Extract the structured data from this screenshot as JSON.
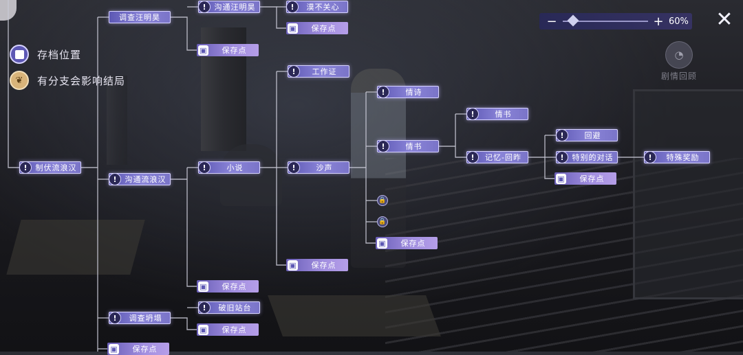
{
  "legend": {
    "save_label": "存档位置",
    "branch_label": "有分支会影响结局"
  },
  "zoom": {
    "value_percent": 60,
    "label": "60%",
    "minus": "−",
    "plus": "+"
  },
  "close_label": "✕",
  "review": {
    "label": "剧情回顾"
  },
  "nodes": {
    "subdue": "制伏流浪汉",
    "investigate_wang": "调查汪明昊",
    "talk_wang": "沟通汪明昊",
    "indifferent": "漠不关心",
    "save1": "保存点",
    "save2": "保存点",
    "talk_vagrant": "沟通流浪汉",
    "work_card": "工作证",
    "novel": "小说",
    "rustle": "沙声",
    "love_poem": "情诗",
    "love_letter_a": "情书",
    "love_letter_b": "情书",
    "memory_yesterday": "记忆-回昨",
    "avoid": "回避",
    "special_talk": "特别的对话",
    "special_reward": "特殊奖励",
    "save3": "保存点",
    "save4": "保存点",
    "save5": "保存点",
    "save6": "保存点",
    "investigate_collapse": "调查坍塌",
    "old_platform": "破旧站台",
    "save7": "保存点",
    "save8": "保存点"
  },
  "icons": {
    "branch": "!",
    "save": "▣",
    "lock": "🔒"
  },
  "colors": {
    "node": "#7a74c8",
    "node_border": "#d8d4ff",
    "legend_branch": "#d9b47a"
  }
}
